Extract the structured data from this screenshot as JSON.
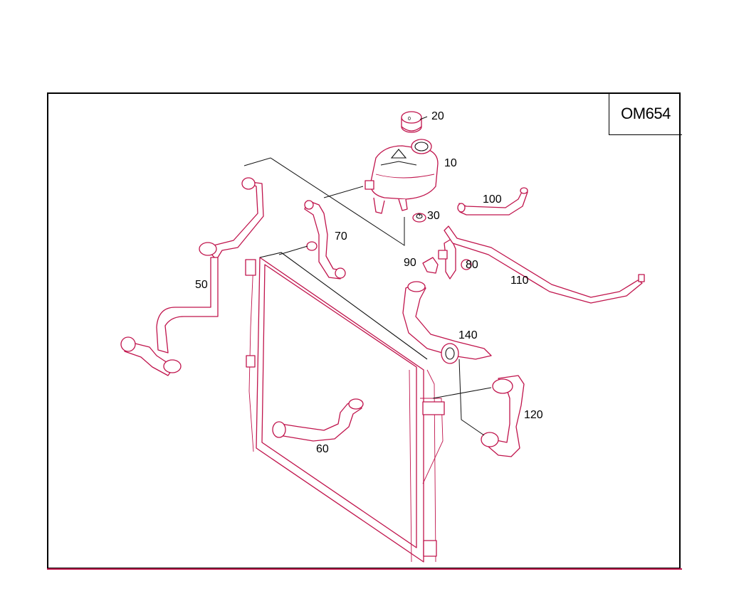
{
  "engine_code": "OM654",
  "parts": [
    {
      "label": "10"
    },
    {
      "label": "20"
    },
    {
      "label": "30"
    },
    {
      "label": "50"
    },
    {
      "label": "60"
    },
    {
      "label": "70"
    },
    {
      "label": "80"
    },
    {
      "label": "90"
    },
    {
      "label": "100"
    },
    {
      "label": "110"
    },
    {
      "label": "120"
    },
    {
      "label": "140"
    }
  ],
  "colors": {
    "line": "#c0144c",
    "frame": "#000000",
    "background": "#ffffff"
  }
}
